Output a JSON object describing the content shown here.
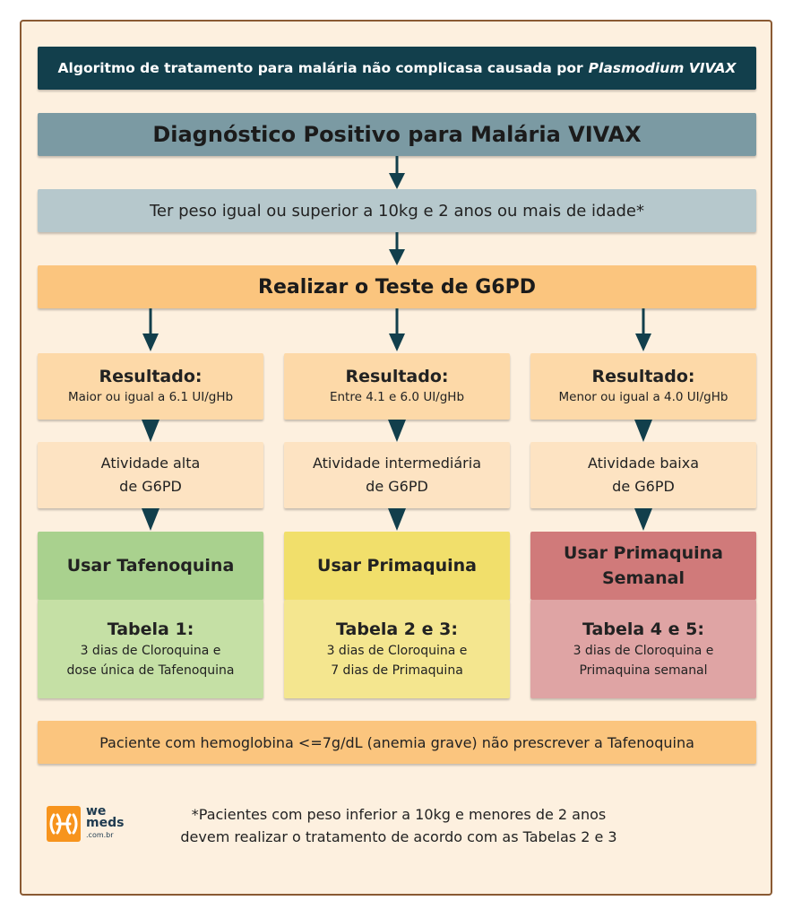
{
  "title": {
    "prefix": "Algoritmo de tratamento para malária não complicasa causada por",
    "emphasis": "Plasmodium VIVAX"
  },
  "steps": {
    "diagnosis": "Diagnóstico Positivo para Malária VIVAX",
    "condition": "Ter peso igual ou superior a 10kg e 2 anos ou mais de idade*",
    "test": "Realizar o Teste de G6PD"
  },
  "columns": [
    {
      "result_heading": "Resultado:",
      "result_value": "Maior ou igual a 6.1 UI/gHb",
      "activity_line1": "Atividade alta",
      "activity_line2": "de G6PD",
      "drug_line1": "Usar Tafenoquina",
      "drug_line2": "",
      "table_heading": "Tabela 1:",
      "table_line1": "3 dias de Cloroquina e",
      "table_line2": "dose única de Tafenoquina",
      "color": "#a9d18e"
    },
    {
      "result_heading": "Resultado:",
      "result_value": "Entre 4.1 e 6.0 UI/gHb",
      "activity_line1": "Atividade intermediária",
      "activity_line2": "de G6PD",
      "drug_line1": "Usar Primaquina",
      "drug_line2": "",
      "table_heading": "Tabela 2 e 3:",
      "table_line1": "3 dias de Cloroquina e",
      "table_line2": "7 dias de Primaquina",
      "color": "#f1df6b"
    },
    {
      "result_heading": "Resultado:",
      "result_value": "Menor ou igual a 4.0 UI/gHb",
      "activity_line1": "Atividade baixa",
      "activity_line2": "de G6PD",
      "drug_line1": "Usar Primaquina",
      "drug_line2": "Semanal",
      "table_heading": "Tabela 4 e 5:",
      "table_line1": "3 dias de Cloroquina e",
      "table_line2": "Primaquina semanal",
      "color": "#d07a7a"
    }
  ],
  "warning": "Paciente com hemoglobina <=7g/dL (anemia grave) não prescrever a Tafenoquina",
  "footnote": {
    "line1": "*Pacientes com peso inferior a 10kg e menores de 2 anos",
    "line2": "devem realizar o tratamento de acordo com as Tabelas 2 e 3"
  },
  "logo": {
    "line1": "we",
    "line2": "meds",
    "line3": ".com.br",
    "icon": "wemeds-logo-icon",
    "color": "#f7941d"
  },
  "colors": {
    "title_bg": "#123f4c",
    "arrow": "#123f4c",
    "frame_border": "#8a5a33",
    "frame_bg": "#fdf0df"
  }
}
